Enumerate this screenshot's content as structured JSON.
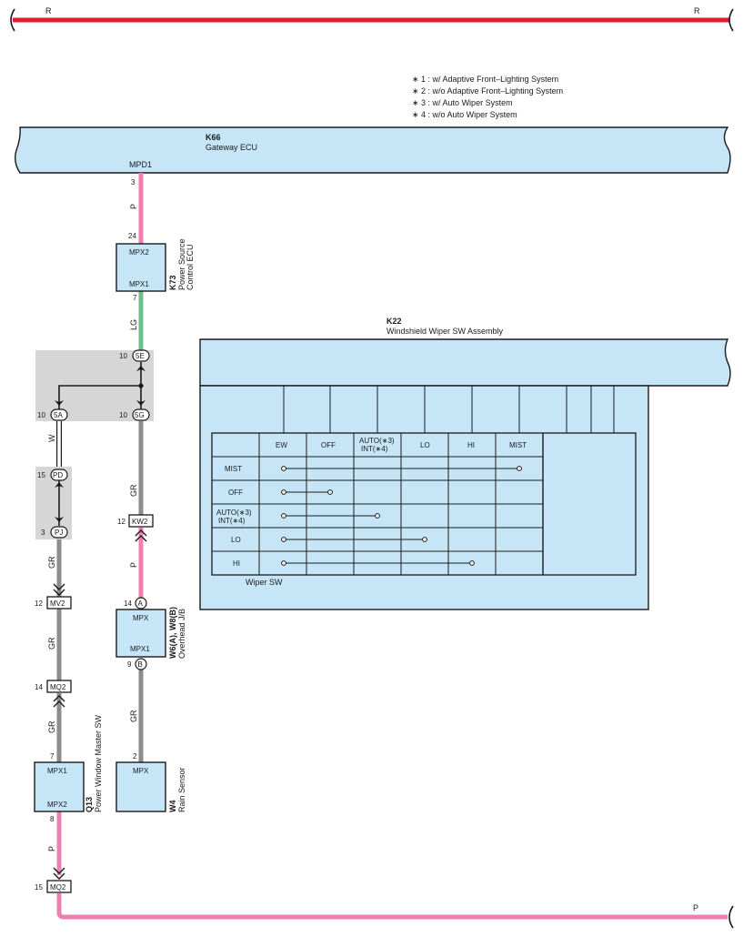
{
  "colors": {
    "wire_red": "#e11d2a",
    "wire_pink": "#ef7fb1",
    "wire_grey": "#8c8c8c",
    "wire_green": "#6fbe8f",
    "wire_white": "#ffffff",
    "component_fill": "#c6e6f8",
    "junction_fill": "#d6d6d6",
    "outline": "#1a1a1a"
  },
  "top_bus": {
    "left_label": "R",
    "right_label": "R"
  },
  "bottom_bus": {
    "label": "P"
  },
  "legend": [
    "∗ 1 : w/ Adaptive Front–Lighting System",
    "∗ 2 : w/o Adaptive Front–Lighting System",
    "∗ 3 : w/ Auto Wiper System",
    "∗ 4 : w/o Auto Wiper System"
  ],
  "gateway": {
    "code": "K66",
    "name": "Gateway ECU",
    "terminal": "MPD1",
    "pin": "3"
  },
  "power_source_ecu": {
    "code": "K73",
    "name_line1": "Power Source",
    "name_line2": "Control ECU",
    "term_in": "MPX2",
    "pin_in": "24",
    "term_out": "MPX1",
    "pin_out": "7"
  },
  "wire_colors": {
    "gateway_to_k73": "P",
    "k73_to_junction": "LG",
    "left_5a_to_pd": "W",
    "right_5g_to_kw2": "GR",
    "left_pj_to_mv2": "GR",
    "left_mv2_to_mq2": "GR",
    "left_mq2_to_q13": "GR",
    "kw2_to_w6": "P",
    "w8_to_w4": "GR",
    "q13_to_mq2": "P"
  },
  "junction_block": {
    "top": {
      "pin": "10",
      "label": "5E"
    },
    "left": {
      "pin": "10",
      "label": "5A"
    },
    "right": {
      "pin": "10",
      "label": "5G"
    }
  },
  "junction_pd": {
    "top": {
      "pin": "15",
      "label": "PD"
    },
    "bottom": {
      "pin": "3",
      "label": "PJ"
    }
  },
  "connectors": {
    "kw2": {
      "pin": "12",
      "label": "KW2"
    },
    "mv2": {
      "pin": "12",
      "label": "MV2"
    },
    "mq2_upper": {
      "pin": "14",
      "label": "MQ2"
    },
    "mq2_lower": {
      "pin": "15",
      "label": "MQ2"
    }
  },
  "overhead_jb": {
    "code": "W6(A), W8(B)",
    "name": "Overhead J/B",
    "term_top": "MPX",
    "pin_top": "14",
    "conn_top": "A",
    "term_bottom": "MPX1",
    "pin_bottom": "9",
    "conn_bottom": "B"
  },
  "window_sw": {
    "code": "Q13",
    "name": "Power Window Master SW",
    "term_top": "MPX1",
    "pin_top": "7",
    "term_bottom": "MPX2",
    "pin_bottom": "8"
  },
  "rain_sensor": {
    "code": "W4",
    "name": "Rain Sensor",
    "term": "MPX",
    "pin": "2"
  },
  "wiper_assembly": {
    "code": "K22",
    "name": "Windshield Wiper SW Assembly",
    "switch_label": "Wiper SW",
    "columns": [
      "EW",
      "OFF",
      "AUTO(∗3)",
      "INT(∗4)",
      "LO",
      "HI",
      "MIST"
    ],
    "rows": [
      "MIST",
      "OFF",
      "AUTO(∗3)",
      "INT(∗4)",
      "LO",
      "HI"
    ]
  }
}
